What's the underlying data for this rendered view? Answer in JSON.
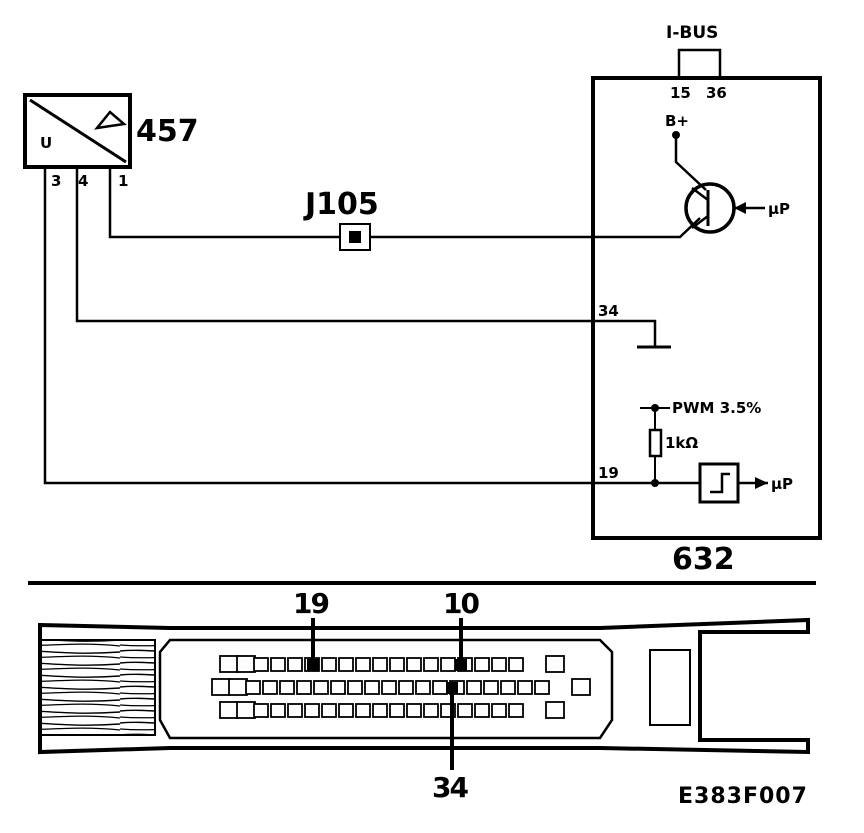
{
  "components": {
    "sensor": {
      "number": "457",
      "symbol_letter": "U",
      "pins": [
        "3",
        "4",
        "1"
      ]
    },
    "connector": {
      "label": "J105"
    },
    "ecu": {
      "number": "632",
      "bus_label": "I-BUS",
      "bus_pins": [
        "15",
        "36"
      ],
      "supply_label": "B+",
      "transistor_output": "µP",
      "ground_pin": "34",
      "pwm_label": "PWM 3.5%",
      "resistor_label": "1kΩ",
      "input_pin": "19",
      "schmitt_output": "µP"
    }
  },
  "connector_view": {
    "callouts": [
      "19",
      "10",
      "34"
    ]
  },
  "figure_code": "E383F007"
}
